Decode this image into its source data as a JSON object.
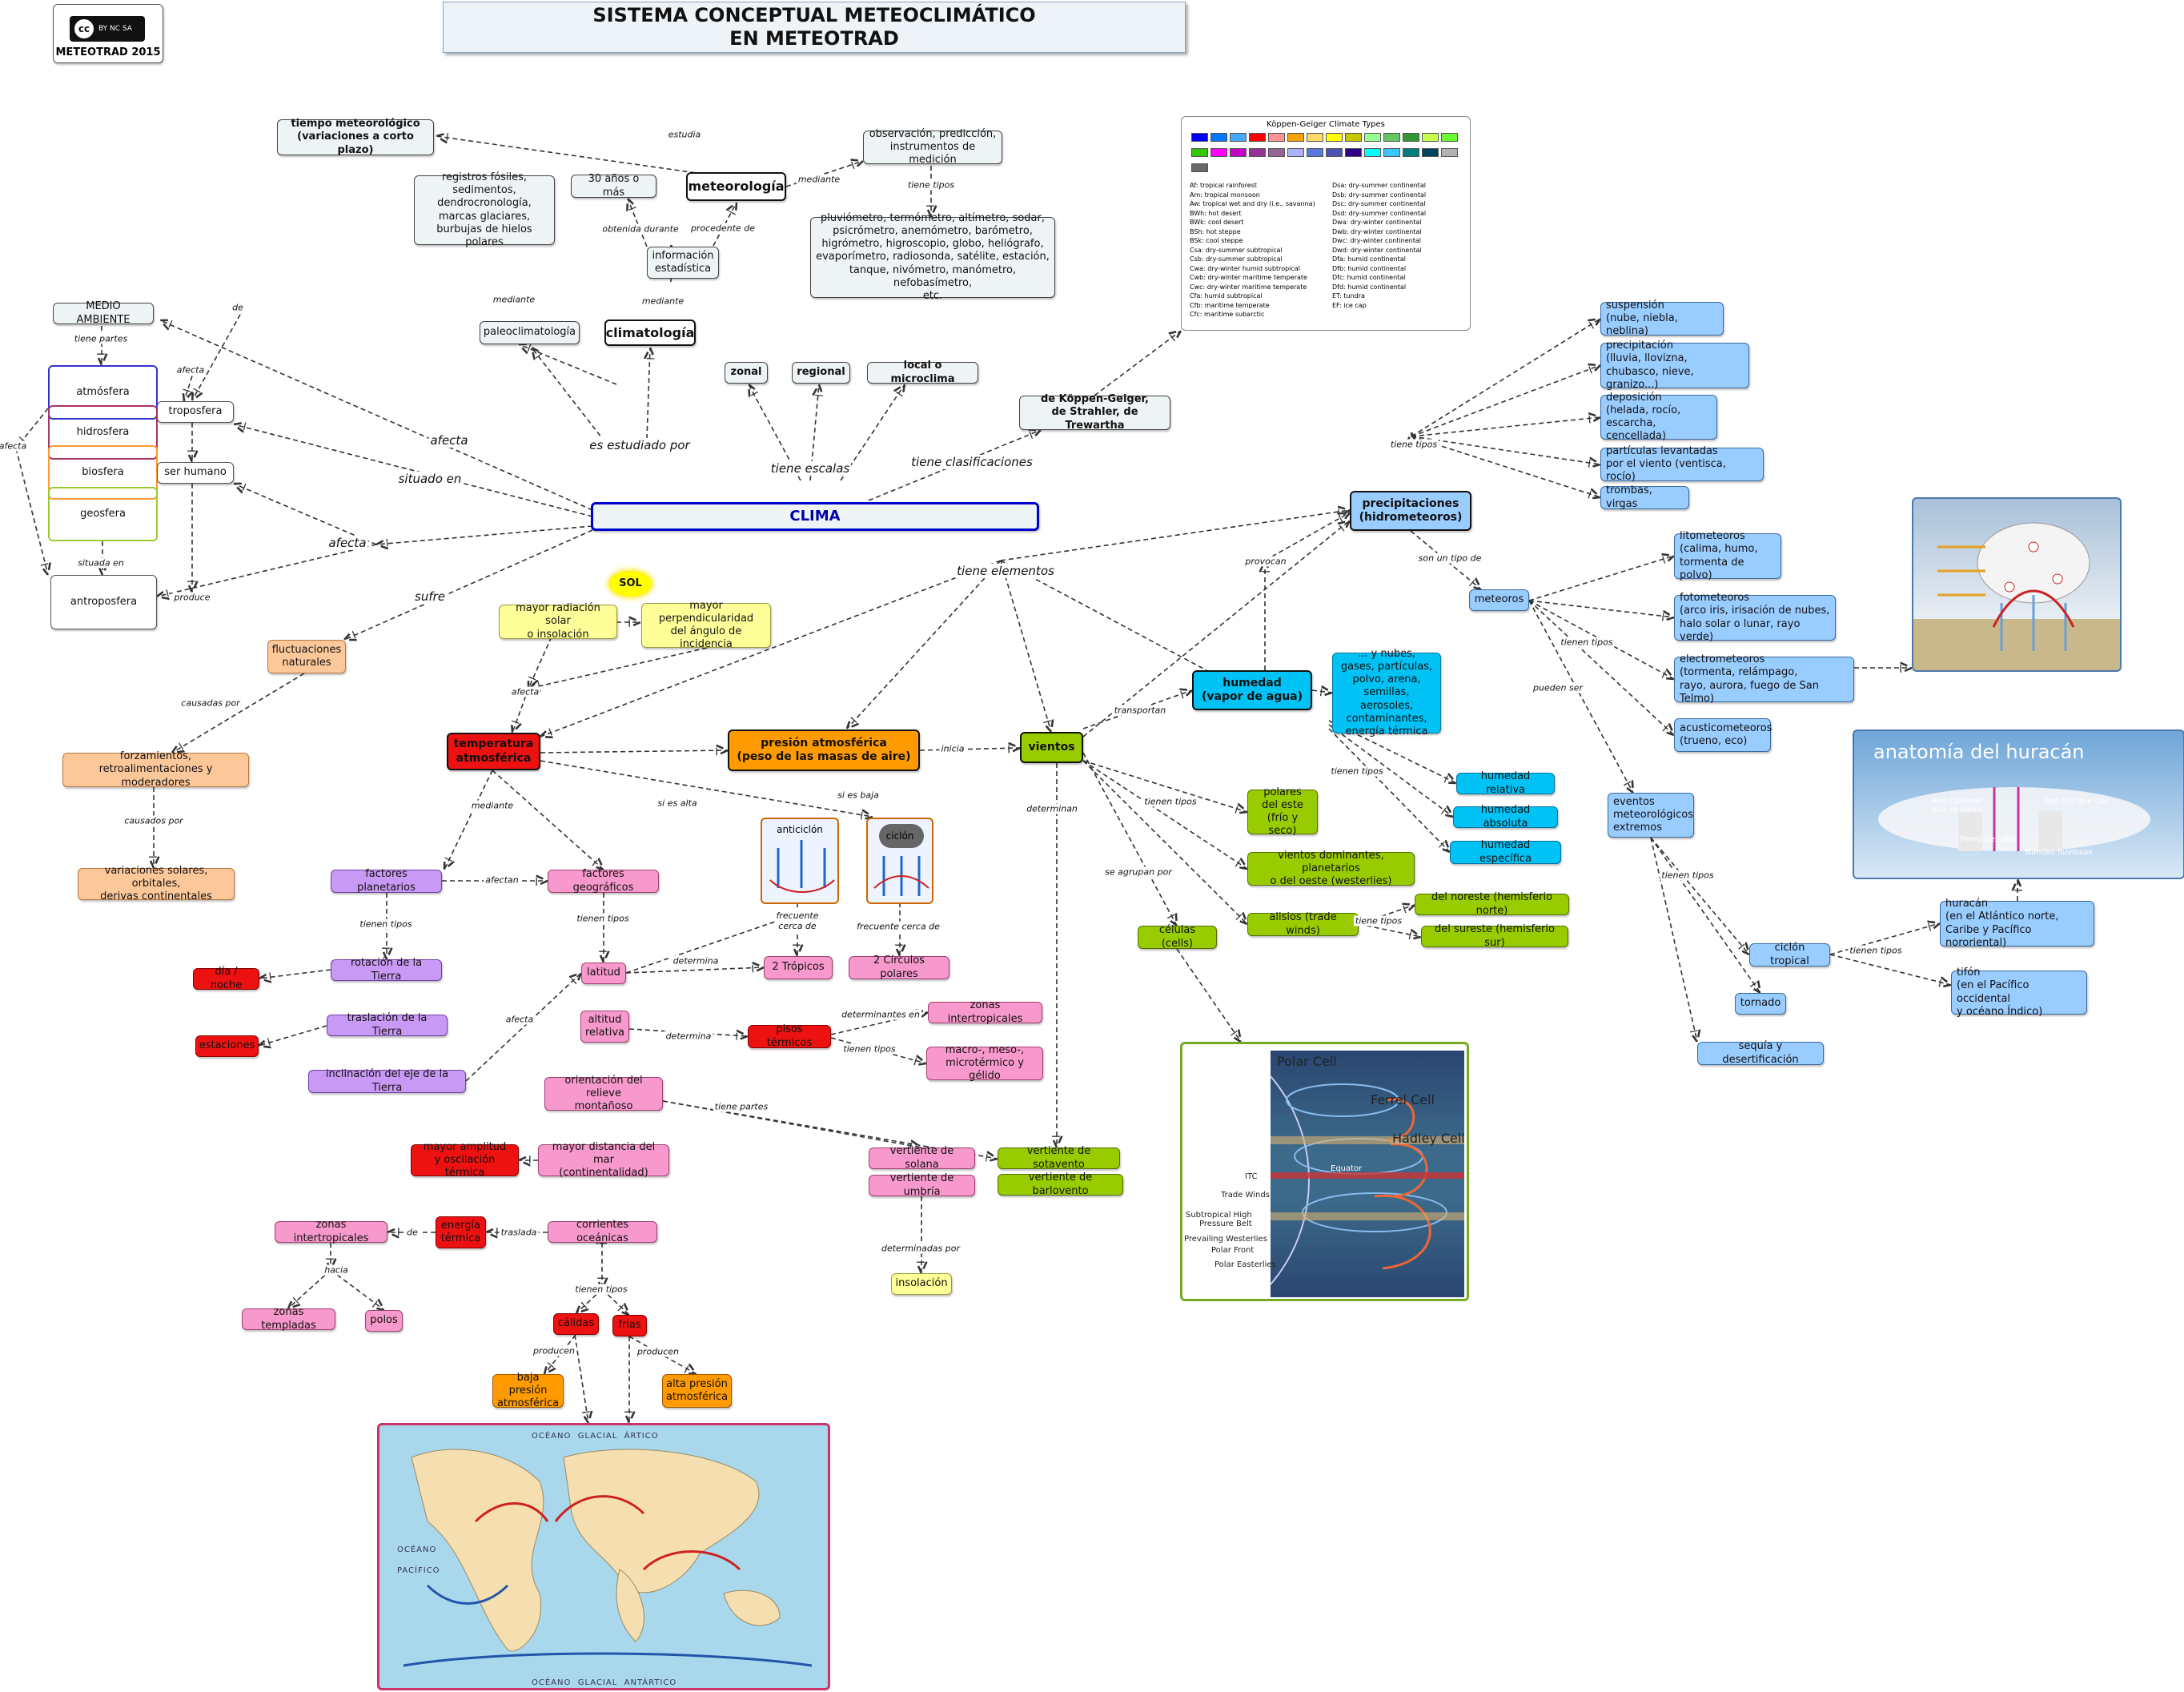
{
  "header": {
    "title_line1": "SISTEMA CONCEPTUAL METEOCLIMÁTICO",
    "title_line2": "EN METEOTRAD",
    "logo_caption": "METEOTRAD 2015",
    "cc_text": "cc",
    "cc_badge": "BY NC SA"
  },
  "nodes": {
    "clima": "CLIMA",
    "tiempo": "tiempo meteorológico\n(variaciones a corto plazo)",
    "meteorologia": "meteorología",
    "observacion": "observación, predicción,\ninstrumentos de medición",
    "instrumentos": "pluviómetro, termómetro, altímetro, sodar,\npsicrómetro, anemómetro, barómetro,\nhigrómetro, higroscopio, globo, heliógrafo,\nevaporímetro, radiosonda, satélite, estación,\ntanque, nivómetro, manómetro, nefobasímetro,\netc.",
    "registros": "registros fósiles,\nsedimentos,\ndendrocronología,\nmarcas glaciares,\nburbujas de hielos polares",
    "treinta": "30 años o más",
    "informacion": "información\nestadística",
    "paleo": "paleoclimatología",
    "climatologia": "climatología",
    "zonal": "zonal",
    "regional": "regional",
    "local": "local o microclima",
    "koppen": "de Köppen-Geiger,\nde Strahler, de Trewartha",
    "medio": "MEDIO AMBIENTE",
    "atmosfera": "atmósfera",
    "hidrosfera": "hidrosfera",
    "biosfera": "biosfera",
    "geosfera": "geosfera",
    "troposfera": "troposfera",
    "serhumano": "ser humano",
    "antroposfera": "antroposfera",
    "fluctuaciones": "fluctuaciones\nnaturales",
    "forzamientos": "forzamientos,\nretroalimentaciones y moderadores",
    "variaciones": "variaciones solares, orbitales,\nderivas continentales",
    "sol": "SOL",
    "radiacion": "mayor radiación solar\no insolación",
    "perpendicular": "mayor\nperpendicularidad\ndel ángulo de incidencia",
    "temperatura": "temperatura\natmosférica",
    "presion": "presión atmosférica\n(peso de las masas de aire)",
    "vientos": "vientos",
    "humedad": "humedad\n(vapor de agua)",
    "nubes": "... y nubes,\ngases, partículas,\npolvo, arena,\nsemillas, aerosoles,\ncontaminantes,\nenergía térmica",
    "precipitaciones": "precipitaciones\n(hidrometeoros)",
    "suspension": "suspensión\n(nube, niebla, neblina)",
    "precipitacion": "precipitación\n(lluvia, llovizna,\nchubasco, nieve, granizo...)",
    "deposicion": "deposición\n(helada, rocío,\nescarcha, cencellada)",
    "particulas": "partículas levantadas\npor el viento (ventisca, rocío)",
    "trombas": "trombas, virgas",
    "meteoros": "meteoros",
    "litometeoros": "litometeoros\n(calima, humo,\ntormenta de polvo)",
    "fotometeoros": "fotometeoros\n(arco iris, irisación de nubes,\nhalo solar o lunar, rayo verde)",
    "electrometeoros": "electrometeoros\n(tormenta, relámpago,\nrayo, aurora, fuego de San Telmo)",
    "acusticometeoros": "acusticometeoros\n(trueno, eco)",
    "eventos": "eventos\nmeteorológicos\nextremos",
    "ciclon": "ciclón tropical",
    "huracan": "huracán\n(en el Atlántico norte,\nCaribe y Pacífico nororiental)",
    "tifon": "tifón\n(en el Pacífico occidental\ny océano Índico)",
    "tornado": "tornado",
    "sequia": "sequía y desertificación",
    "hum_rel": "humedad relativa",
    "hum_abs": "humedad absoluta",
    "hum_esp": "humedad específica",
    "polares": "polares\ndel este\n(frío y seco)",
    "dominantes": "vientos dominantes, planetarios\no del oeste (westerlies)",
    "alisios": "alisios (trade winds)",
    "noreste": "del noreste (hemisferio norte)",
    "sureste": "del sureste (hemisferio sur)",
    "celulas": "células (cells)",
    "factores_plan": "factores planetarios",
    "factores_geo": "factores geográficos",
    "rotacion": "rotación de la Tierra",
    "dianoche": "día / noche",
    "traslacion": "traslación de la Tierra",
    "estaciones": "estaciones",
    "inclinacion": "inclinación del eje de la Tierra",
    "latitud": "latitud",
    "tropicos": "2 Trópicos",
    "circulos": "2 Círculos polares",
    "altitud": "altitud\nrelativa",
    "pisos": "pisos térmicos",
    "zonas_intertrop2": "zonas intertropicales",
    "macro": "macro-, meso-,\nmicrotérmico y gélido",
    "orientacion": "orientación del relieve\nmontañoso",
    "solana": "vertiente de solana",
    "umbria": "vertiente de umbría",
    "sotavento": "vertiente de sotavento",
    "barlovento": "vertiente de barlovento",
    "insolacion": "insolación",
    "amplitud": "mayor amplitud\ny oscilación térmica",
    "distancia": "mayor distancia del mar\n(continentalidad)",
    "energia": "energía\ntérmica",
    "zonas_intertrop": "zonas intertropicales",
    "corrientes": "corrientes oceánicas",
    "templadas": "zonas templadas",
    "polos": "polos",
    "calidas": "cálidas",
    "frias": "frías",
    "baja": "baja presión\natmosférica",
    "alta": "alta presión\natmosférica",
    "anticiclon": "anticiclón",
    "ciclon_img": "ciclón"
  },
  "labels": {
    "estudia": "estudia",
    "mediante": "mediante",
    "tiene_tipos": "tiene tipos",
    "procedente_de": "procedente de",
    "obtenida_durante": "obtenida durante",
    "de": "de",
    "tiene_partes": "tiene partes",
    "afecta": "afecta",
    "situada_en": "situada en",
    "produce": "produce",
    "afecta_big": "afecta",
    "situado_en": "situado en",
    "es_estudiado_por": "es estudiado por",
    "tiene_escalas": "tiene escalas",
    "tiene_clasificaciones": "tiene clasificaciones",
    "tiene_elementos": "tiene elementos",
    "sufre": "sufre",
    "causadas_por": "causadas por",
    "causados_por": "causados por",
    "provocan": "provocan",
    "son_un_tipo_de": "son un tipo de",
    "pueden_ser": "pueden ser",
    "tienen_tipos": "tienen tipos",
    "transportan": "transportan",
    "inicia": "inicia",
    "determinan": "determinan",
    "se_agrupan_por": "se agrupan por",
    "si_es_alta": "si es alta",
    "si_es_baja": "si es baja",
    "frecuente_cerca_de": "frecuente\ncerca de",
    "frecuente_cerca_de2": "frecuente cerca de",
    "afectan": "afectan",
    "determina": "determina",
    "determinantes_en": "determinantes en",
    "tiene_partes2": "tiene partes",
    "determinadas_por": "determinadas por",
    "traslada": "traslada",
    "hacia": "hacia",
    "producen": "producen",
    "tienen_tipos2": "tienen tipos"
  },
  "images": {
    "koppen_title": "Köppen-Geiger Climate Types",
    "koppen_left": [
      "Af: tropical rainforest",
      "Am: tropical monsoon",
      "Aw: tropical wet and dry (i.e., savanna)",
      "BWh: hot desert",
      "BWk: cool desert",
      "BSh: hot steppe",
      "BSk: cool steppe",
      "Csa: dry-summer subtropical",
      "Csb: dry-summer subtropical",
      "Cwa: dry-winter humid subtropical",
      "Cwb: dry-winter maritime temperate",
      "Cwc: dry-winter maritime temperate",
      "Cfa: humid subtropical",
      "Cfb: maritime temperate",
      "Cfc: maritime subarctic"
    ],
    "koppen_right": [
      "Dsa: dry-summer continental",
      "Dsb: dry-summer continental",
      "Dsc: dry-summer continental",
      "Dsd: dry-summer continental",
      "Dwa: dry-winter continental",
      "Dwb: dry-winter continental",
      "Dwc: dry-winter continental",
      "Dwd: dry-winter continental",
      "Dfa: humid continental",
      "Dfb: humid continental",
      "Dfc: humid continental",
      "Dfd: humid continental",
      "ET: tundra",
      "EF: ice cap"
    ],
    "koppen_colors": [
      "#0000fe",
      "#0077ff",
      "#46a9fa",
      "#fe0000",
      "#fe9695",
      "#f5a301",
      "#ffdb63",
      "#ffff00",
      "#c6c700",
      "#96ff96",
      "#63c764",
      "#329633",
      "#c6ff4e",
      "#66ff33",
      "#33c701",
      "#ff00fe",
      "#c600c7",
      "#963295",
      "#966495",
      "#abb1ff",
      "#5a77db",
      "#4c51b5",
      "#320087",
      "#00ffff",
      "#38c7ff",
      "#007e7d",
      "#00455e",
      "#b2b2b2",
      "#686868"
    ],
    "cells_labels": [
      "Polar Cell",
      "Ferrel Cell",
      "Hadley Cell",
      "Equator",
      "ITC",
      "Trade Winds",
      "Subtropical High\nPressure Belt",
      "Prevailing Westerlies",
      "Polar Front",
      "Polar Easterlies"
    ],
    "hurricane_title": "anatomía del huracán",
    "hurricane_labels": [
      "Aire caliente\nque se eleva",
      "Pared del ojo",
      "Ojo",
      "Aire frío que cae",
      "Bandas lluviosas"
    ],
    "currents_labels": [
      "OCÉANO  GLACIAL  ÁRTICO",
      "OCÉANO  GLACIAL  ANTÁRTICO",
      "OCÉANO",
      "PACÍFICO"
    ]
  }
}
